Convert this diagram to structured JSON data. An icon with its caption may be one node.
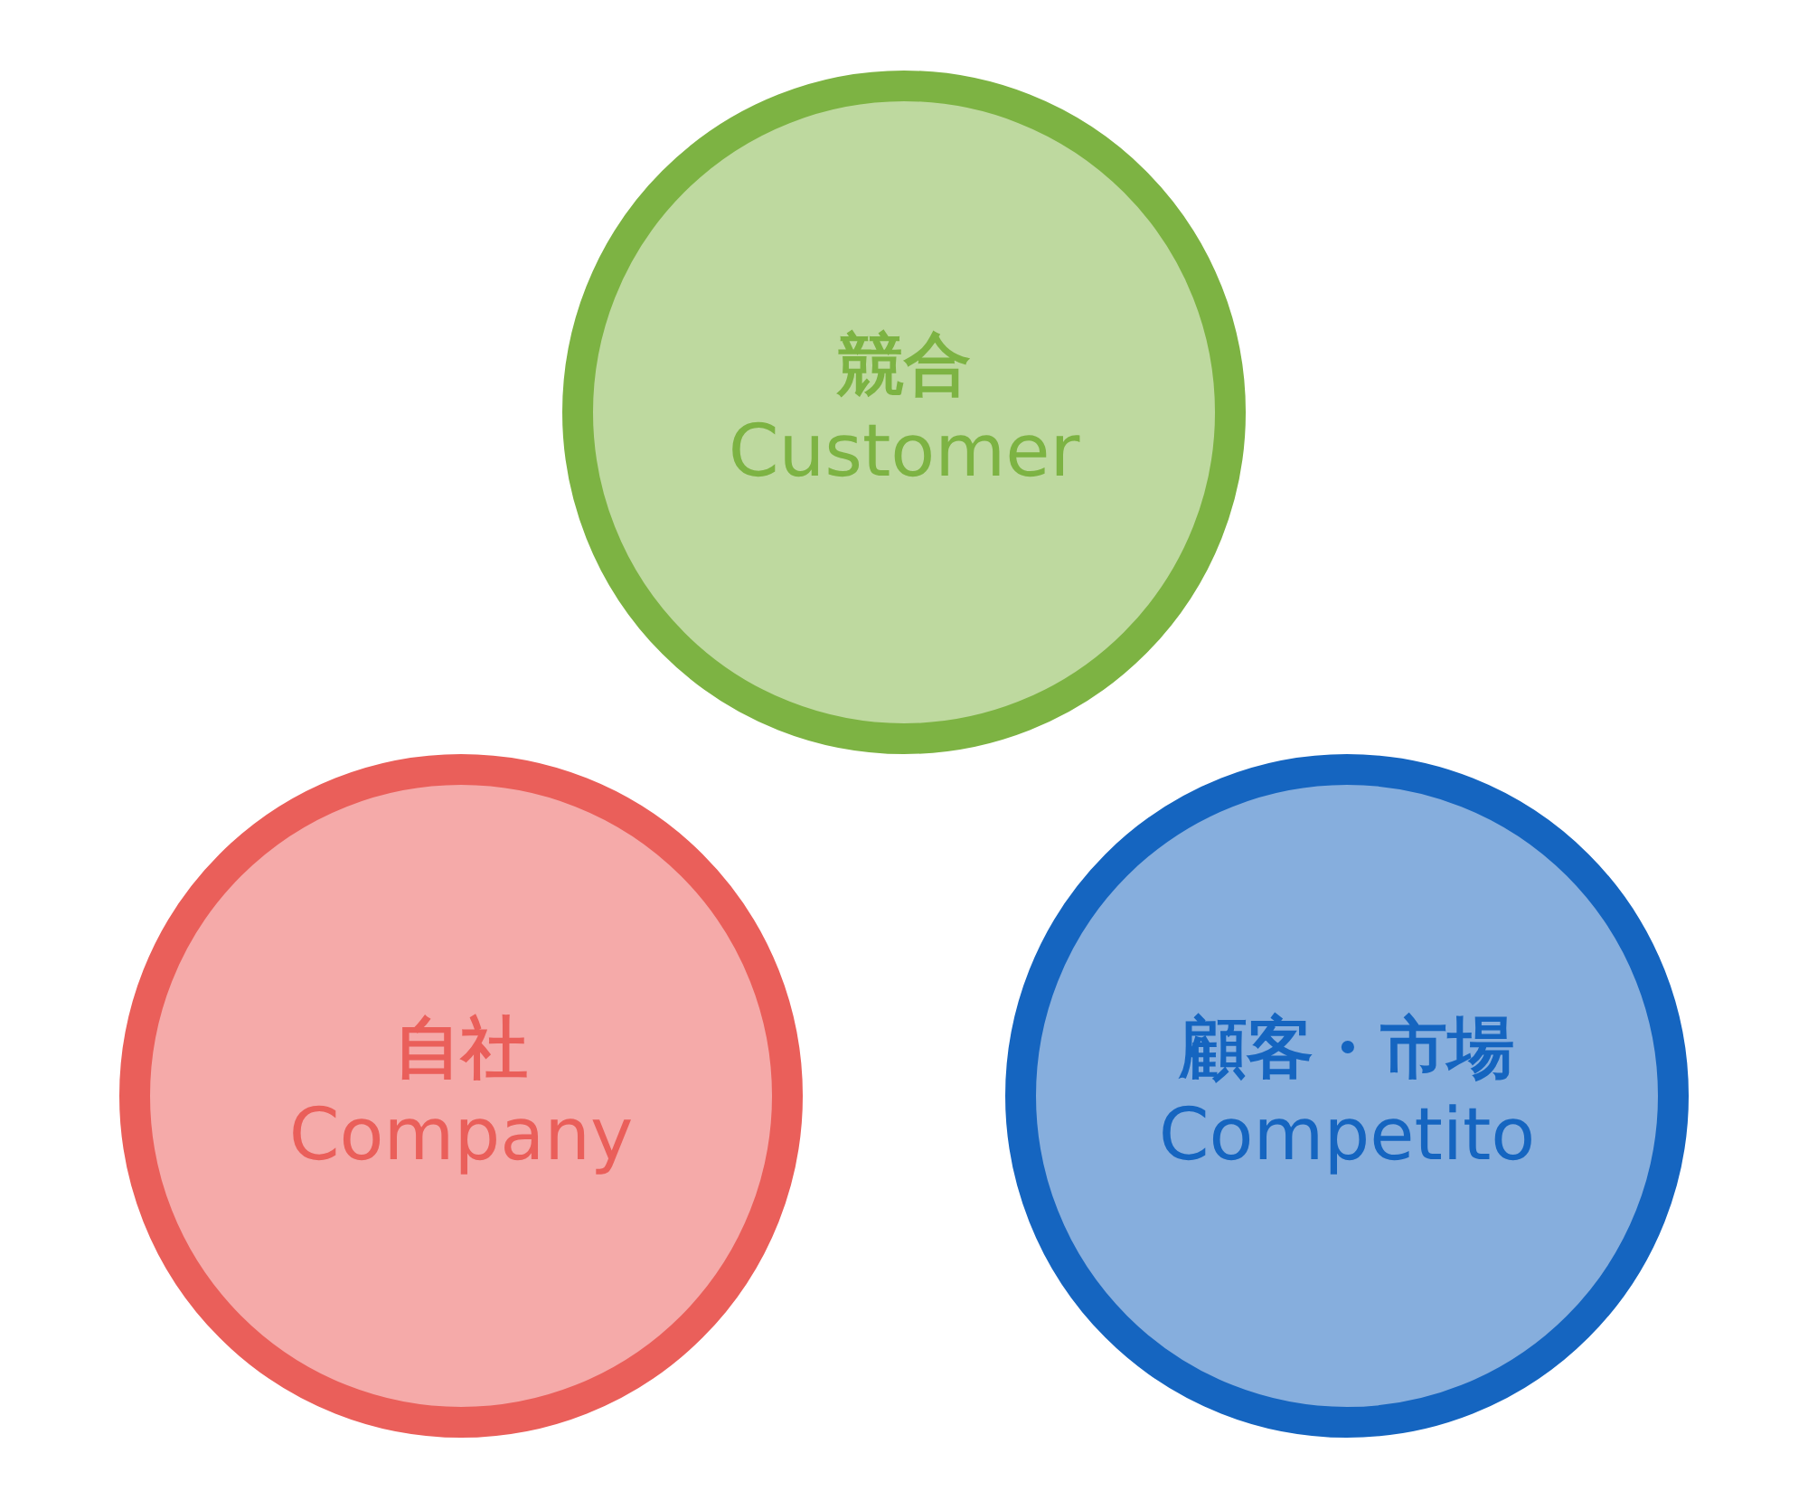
{
  "diagram": {
    "nodes": [
      {
        "text": [
          "競合",
          "Customer"
        ]
      },
      {
        "text": [
          "自社",
          "Company"
        ]
      },
      {
        "text": [
          "顧客・市場",
          "Competito"
        ]
      }
    ]
  }
}
